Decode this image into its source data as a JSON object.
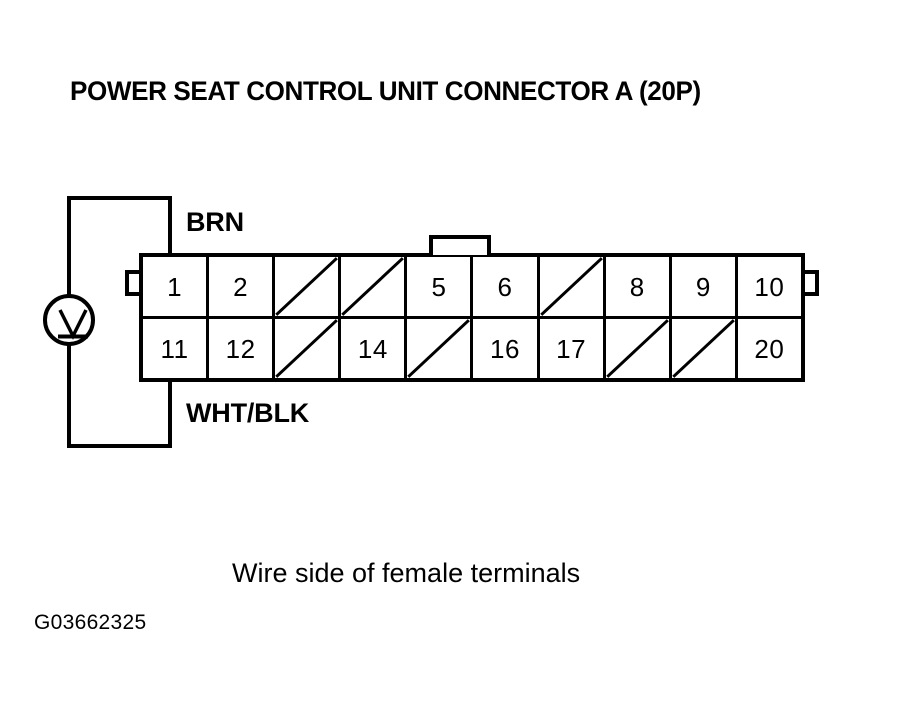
{
  "title": "POWER SEAT CONTROL UNIT CONNECTOR A (20P)",
  "caption": "Wire side of female terminals",
  "figure_code": "G03662325",
  "colors": {
    "line": "#000000",
    "background": "#ffffff"
  },
  "meter": {
    "name": "voltmeter",
    "symbol_letter": "V",
    "icon": "voltmeter-icon"
  },
  "wires": [
    {
      "label": "BRN",
      "connected_terminal": "1",
      "position": "top"
    },
    {
      "label": "WHT/BLK",
      "connected_terminal": "11",
      "position": "bottom"
    }
  ],
  "connector": {
    "name": "Power Seat Control Unit Connector A",
    "pin_count": "20P",
    "latch": "latch-tab",
    "notches": [
      "left",
      "right"
    ],
    "rows": [
      {
        "row": "top",
        "cells": [
          {
            "label": "1",
            "blank": false
          },
          {
            "label": "2",
            "blank": false
          },
          {
            "label": "",
            "blank": true
          },
          {
            "label": "",
            "blank": true
          },
          {
            "label": "5",
            "blank": false
          },
          {
            "label": "6",
            "blank": false
          },
          {
            "label": "",
            "blank": true
          },
          {
            "label": "8",
            "blank": false
          },
          {
            "label": "9",
            "blank": false
          },
          {
            "label": "10",
            "blank": false
          }
        ]
      },
      {
        "row": "bottom",
        "cells": [
          {
            "label": "11",
            "blank": false
          },
          {
            "label": "12",
            "blank": false
          },
          {
            "label": "",
            "blank": true
          },
          {
            "label": "14",
            "blank": false
          },
          {
            "label": "",
            "blank": true
          },
          {
            "label": "16",
            "blank": false
          },
          {
            "label": "17",
            "blank": false
          },
          {
            "label": "",
            "blank": true
          },
          {
            "label": "",
            "blank": true
          },
          {
            "label": "20",
            "blank": false
          }
        ]
      }
    ]
  }
}
